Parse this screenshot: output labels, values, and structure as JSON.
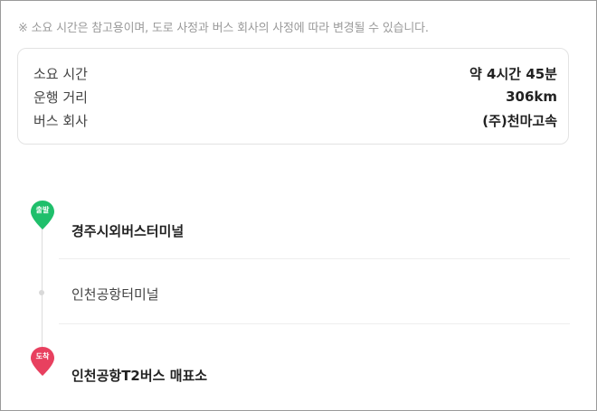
{
  "notice": "※ 소요 시간은 참고용이며, 도로 사정과 버스 회사의 사정에 따라 변경될 수 있습니다.",
  "info": {
    "rows": [
      {
        "label": "소요 시간",
        "value": "약 4시간 45분"
      },
      {
        "label": "운행 거리",
        "value": "306km"
      },
      {
        "label": "버스 회사",
        "value": "(주)천마고속"
      }
    ]
  },
  "route": {
    "departure": {
      "badge": "출발",
      "name": "경주시외버스터미널",
      "color": "#1fbf6b"
    },
    "waypoint": {
      "name": "인천공항터미널"
    },
    "arrival": {
      "badge": "도착",
      "name": "인천공항T2버스 매표소",
      "color": "#e8405f"
    }
  }
}
